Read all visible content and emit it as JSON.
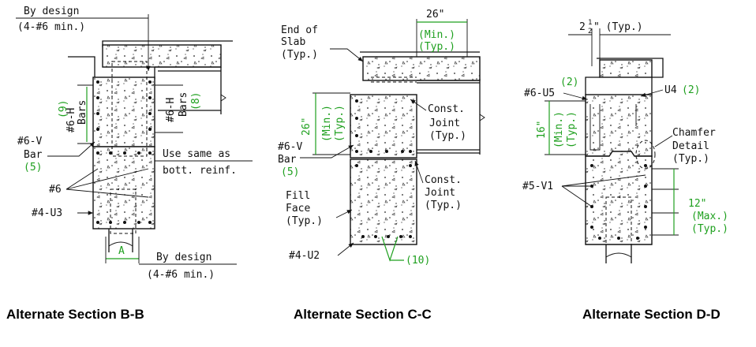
{
  "sections": [
    {
      "caption": "Alternate Section B-B",
      "labels": {
        "by_design_top": "By design",
        "min_top": "(4-#6 min.)",
        "h_bars_left": "#6-H",
        "h_bars_left_word": "Bars",
        "h_bars_left_qty": "(9)",
        "h_bars_right": "#6-H",
        "h_bars_right_word": "Bars",
        "h_bars_right_qty": "(8)",
        "v_bar": "#6-V",
        "v_bar_word": "Bar",
        "v_bar_qty": "(5)",
        "use_same": "Use same as",
        "bott_reinf": "bott. reinf.",
        "bar6": "#6",
        "u3": "#4-U3",
        "dim_a": "A",
        "by_design_bottom": "By design",
        "min_bottom": "(4-#6 min.)"
      }
    },
    {
      "caption": "Alternate Section C-C",
      "labels": {
        "dim_26_top": "26\"",
        "min": "(Min.)",
        "typ": "(Typ.)",
        "end_of": "End of",
        "slab": "Slab",
        "typ_slab": "(Typ.)",
        "dim_26_side": "26\"",
        "min_side": "(Min.)",
        "typ_side": "(Typ.)",
        "const1": "Const.",
        "joint1": "Joint",
        "typ1": "(Typ.)",
        "v_bar": "#6-V",
        "v_bar_word": "Bar",
        "v_bar_qty": "(5)",
        "const2": "Const.",
        "joint2": "Joint",
        "typ2": "(Typ.)",
        "fill": "Fill",
        "face": "Face",
        "typ_fill": "(Typ.)",
        "u2": "#4-U2",
        "qty10": "(10)"
      }
    },
    {
      "caption": "Alternate Section D-D",
      "labels": {
        "dim_2half": "2",
        "frac_num": "1",
        "frac_den": "2",
        "inch_typ": "\" (Typ.)",
        "u5": "#6-U5",
        "u5_qty": "(2)",
        "u4": "U4",
        "u4_qty": "(2)",
        "dim_16": "16\"",
        "min": "(Min.)",
        "typ": "(Typ.)",
        "chamfer": "Chamfer",
        "detail": "Detail",
        "typ_chamfer": "(Typ.)",
        "v1": "#5-V1",
        "dim_12": "12\"",
        "max": "(Max.)",
        "typ_max": "(Typ.)"
      }
    }
  ],
  "colors": {
    "dimension": "#1fa01f",
    "linework": "#111111",
    "background": "#ffffff"
  }
}
